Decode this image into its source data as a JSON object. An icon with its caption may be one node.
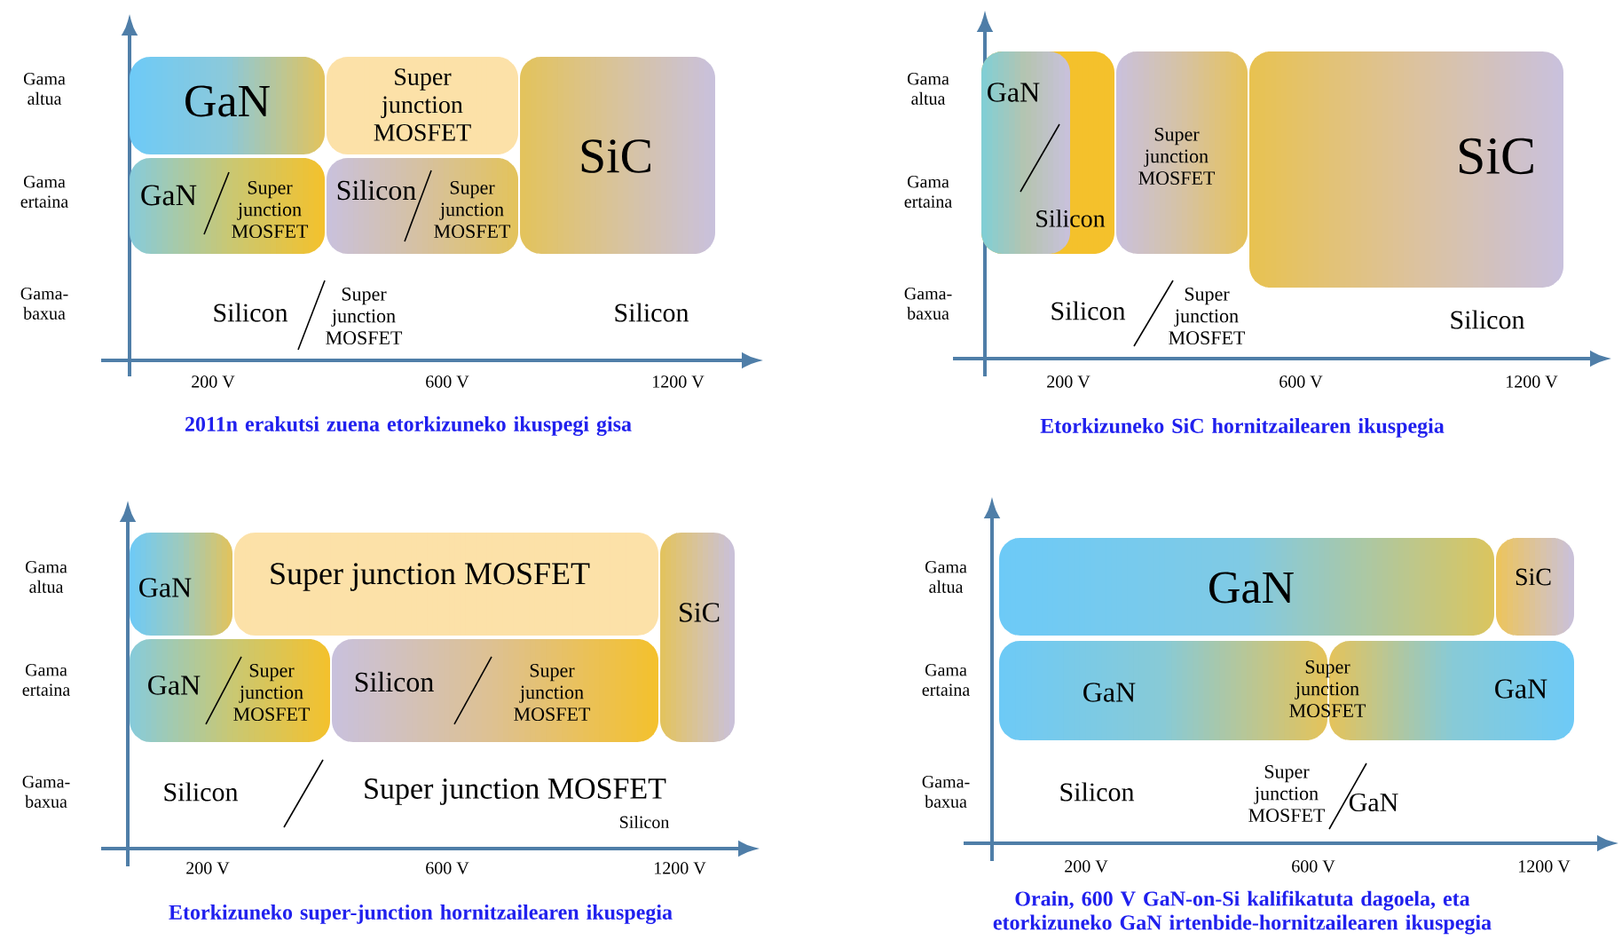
{
  "diagram": {
    "nodes": [
      {
        "text": [
          "GaN"
        ]
      },
      {
        "text": [
          "Super junction MOSFET"
        ]
      },
      {
        "text": [
          "SiC"
        ]
      },
      {
        "text": [
          "GaN",
          "Super junction MOSFET"
        ]
      },
      {
        "text": [
          "Silicon",
          "Super junction MOSFET"
        ]
      },
      {
        "text": [],
        "shape": "box"
      },
      {
        "text": [
          "GaN",
          "Silicon"
        ],
        "in": 5
      },
      {
        "text": [
          "Super junction MOSFET"
        ]
      },
      {
        "text": [
          "SiC"
        ]
      },
      {
        "text": [
          "GaN"
        ]
      },
      {
        "text": [
          "Super junction MOSFET"
        ]
      },
      {
        "text": [
          "SiC"
        ]
      },
      {
        "text": [
          "GaN",
          "Super junction MOSFET"
        ]
      },
      {
        "text": [
          "Silicon",
          "Super junction MOSFET"
        ]
      },
      {
        "text": [
          "GaN"
        ]
      },
      {
        "text": [
          "SiC"
        ]
      },
      {
        "text": [
          "GaN"
        ]
      },
      {
        "text": [
          "GaN"
        ]
      }
    ],
    "labels": [
      "Gama altua",
      "Gama ertaina",
      "Gama- baxua",
      "Silicon",
      "Super junction MOSFET",
      "Silicon",
      "200 V",
      "600 V",
      "1200 V",
      "2011n erakutsi zuena etorkizuneko ikuspegi gisa",
      "Gama altua",
      "Gama ertaina",
      "Gama- baxua",
      "Silicon",
      "Super junction MOSFET",
      "Silicon",
      "200 V",
      "600 V",
      "1200 V",
      "Etorkizuneko SiC hornitzailearen ikuspegia",
      "Gama altua",
      "Gama ertaina",
      "Gama- baxua",
      "Silicon",
      "Super junction MOSFET",
      "Silicon",
      "200 V",
      "600 V",
      "1200 V",
      "Etorkizuneko super-junction hornitzailearen ikuspegia",
      "Gama altua",
      "Gama ertaina",
      "Gama- baxua",
      "Super junction MOSFET",
      "Silicon",
      "Super junction MOSFET",
      "GaN",
      "200 V",
      "600 V",
      "1200 V",
      "Orain, 600 V GaN-on-Si kalifikatuta dagoela, eta etorkizuneko GaN irtenbide-hornitzailearen ikuspegia"
    ]
  }
}
